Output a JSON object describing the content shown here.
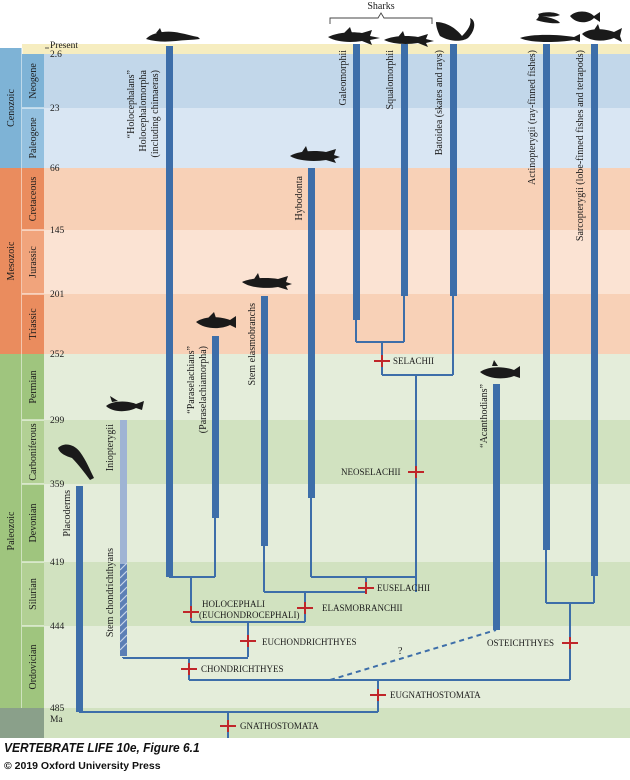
{
  "colors": {
    "cenozoic": "#7eb3d6",
    "mesozoic": "#ea8c5e",
    "paleozoic": "#9fc57e",
    "lineage": "#3d6ea9",
    "node_mark": "#c0262a",
    "stem_light": "#9fb4d4"
  },
  "eras": [
    "Cenozoic",
    "Mesozoic",
    "Paleozoic"
  ],
  "periods": [
    "Neogene",
    "Paleogene",
    "Cretaceous",
    "Jurassic",
    "Triassic",
    "Permian",
    "Carboniferous",
    "Devonian",
    "Silurian",
    "Ordovician"
  ],
  "ages": [
    "Present",
    "2.6",
    "23",
    "66",
    "145",
    "201",
    "252",
    "299",
    "359",
    "419",
    "444",
    "485",
    "Ma"
  ],
  "group_label": "Sharks",
  "taxa": {
    "holocephalans": [
      "“Holocephalans”",
      "Holocephalomorpha",
      "(including chimaeras)"
    ],
    "galeomorphii": "Galeomorphii",
    "squalomorphii": "Squalomorphii",
    "batoidea": "Batoidea (skates and rays)",
    "actinopterygii": "Actinopterygii (ray-finned fishes)",
    "sarcopterygii": "Sarcopterygii (lobe-finned fishes and tetrapods)",
    "hybodonta": "Hybodonta",
    "stem_elasmobranchs": "Stem elasmobranchs",
    "paraselachians": [
      "“Paraselachians”",
      "(Paraselachiamorpha)"
    ],
    "iniopterygii": "Iniopterygii",
    "placoderms": "Placoderms",
    "stem_chondrichthyans": "Stem chondrichthyans",
    "acanthodians": "“Acanthodians”"
  },
  "nodes": {
    "selachii": "SELACHII",
    "neoselachii": "NEOSELACHII",
    "euselachii": "EUSELACHII",
    "elasmobranchii": "ELASMOBRANCHII",
    "holocephali": [
      "HOLOCEPHALI",
      "(EUCHONDROCEPHALI)"
    ],
    "euchondrichthyes": "EUCHONDRICHTHYES",
    "chondrichthyes": "CHONDRICHTHYES",
    "osteichthyes": "OSTEICHTHYES",
    "eugnathostomata": "EUGNATHOSTOMATA",
    "gnathostomata": "GNATHOSTOMATA"
  },
  "uncertain_mark": "?",
  "caption": "VERTEBRATE LIFE 10e, Figure 6.1",
  "copyright": "© 2019 Oxford University Press"
}
